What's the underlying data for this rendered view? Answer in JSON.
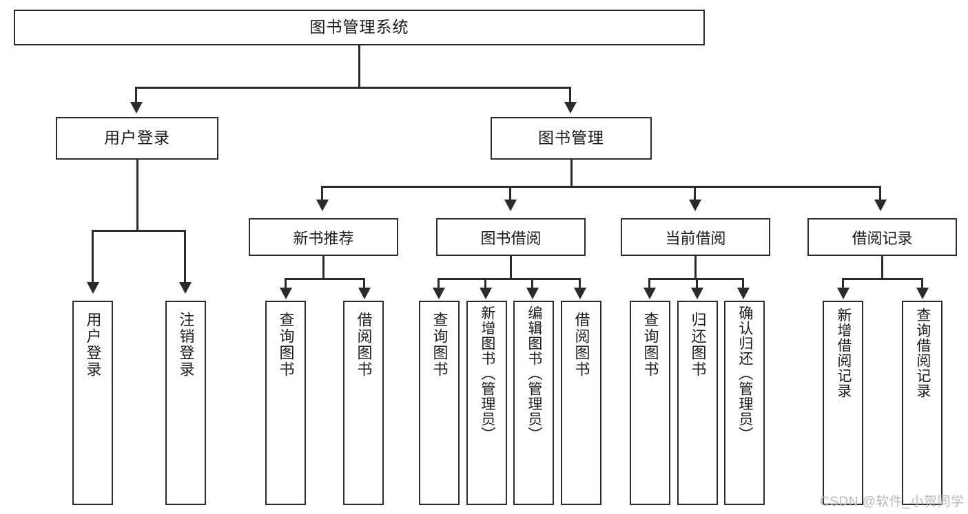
{
  "diagram": {
    "type": "tree-hierarchy-chart",
    "title": "图书管理系统",
    "root": {
      "label": "图书管理系统"
    },
    "level2": [
      {
        "label": "用户登录"
      },
      {
        "label": "图书管理"
      }
    ],
    "level3": [
      {
        "label": "新书推荐"
      },
      {
        "label": "图书借阅"
      },
      {
        "label": "当前借阅"
      },
      {
        "label": "借阅记录"
      }
    ],
    "leaves": {
      "user_login": [
        {
          "label": "用户登录"
        },
        {
          "label": "注销登录"
        }
      ],
      "new_book_recommend": [
        {
          "label": "查询图书"
        },
        {
          "label": "借阅图书"
        }
      ],
      "book_borrow": [
        {
          "label": "查询图书"
        },
        {
          "label": "新增图书（管理员）"
        },
        {
          "label": "编辑图书（管理员）"
        },
        {
          "label": "借阅图书"
        }
      ],
      "current_borrow": [
        {
          "label": "查询图书"
        },
        {
          "label": "归还图书"
        },
        {
          "label": "确认归还（管理员）"
        }
      ],
      "borrow_record": [
        {
          "label": "新增借阅记录"
        },
        {
          "label": "查询借阅记录"
        }
      ]
    }
  },
  "watermark": {
    "text": "CSDN @软件_小贺同学"
  },
  "colors": {
    "stroke": "#2b2b2b",
    "background": "#ffffff",
    "text": "#1a1a1a",
    "watermark": "#b9b9b9"
  }
}
